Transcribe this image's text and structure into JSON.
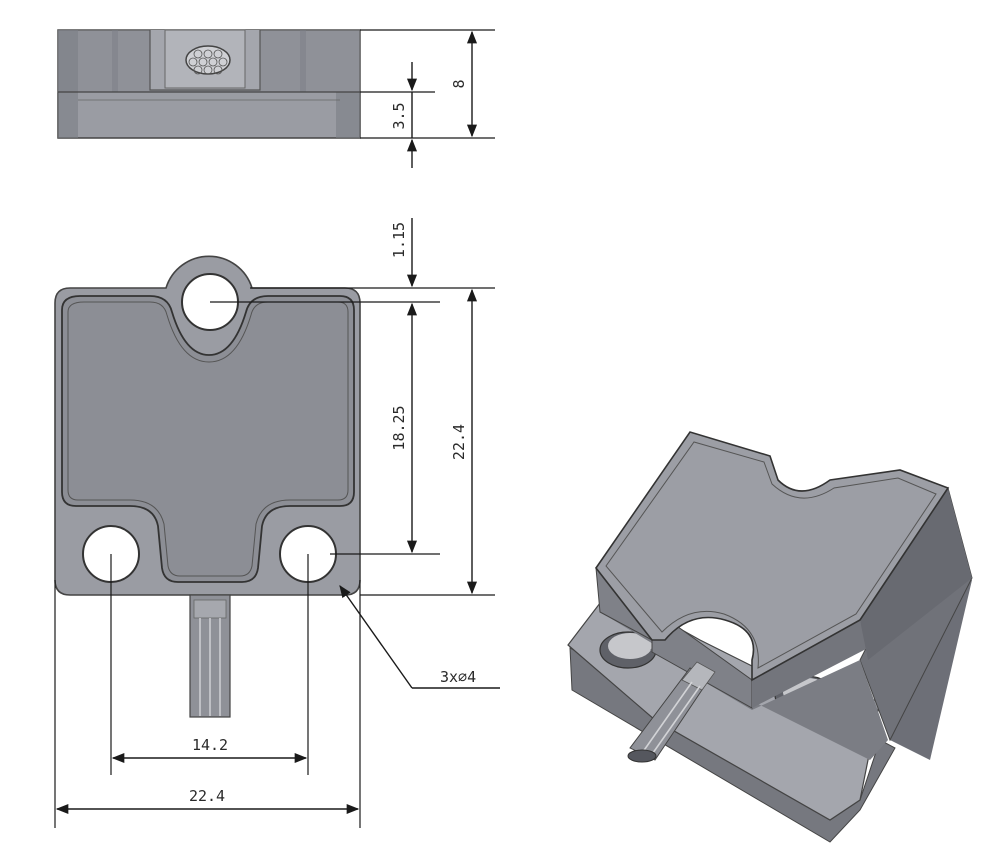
{
  "dimensions": {
    "side_height": "8",
    "side_offset": "3.5",
    "hole_offset": "1.15",
    "hole_spacing_vertical": "18.25",
    "body_height": "22.4",
    "hole_spec": "3x⌀4",
    "hole_spacing_horizontal": "14.2",
    "body_width": "22.4"
  },
  "colors": {
    "body": "#8e9098",
    "body_dark": "#6d6f77",
    "body_light": "#a9abb2",
    "line": "#1a1a1a",
    "background": "#ffffff"
  }
}
